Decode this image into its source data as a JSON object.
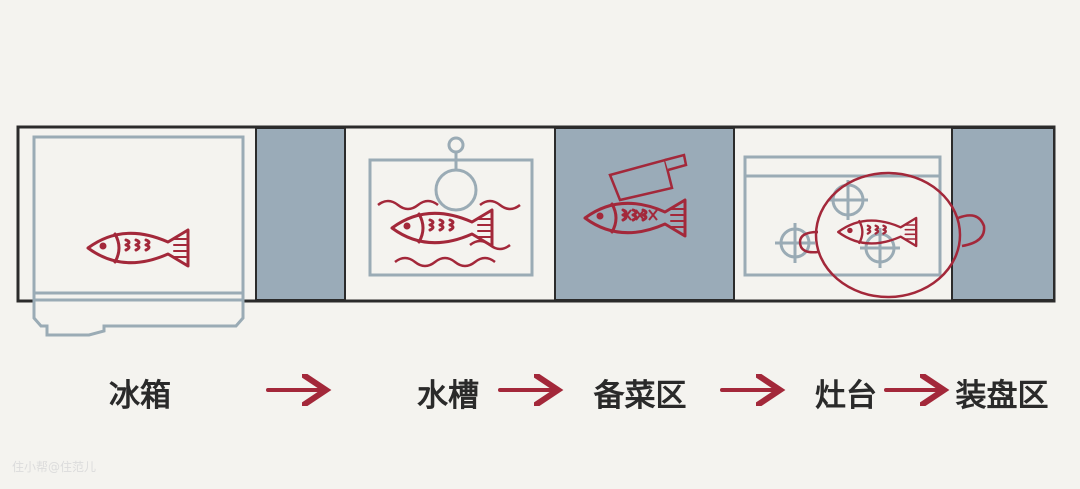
{
  "stations": [
    {
      "label": "冰箱"
    },
    {
      "label": "水槽"
    },
    {
      "label": "备菜区"
    },
    {
      "label": "灶台"
    },
    {
      "label": "装盘区"
    }
  ],
  "watermark": "住小帮@住范儿",
  "colors": {
    "background": "#f4f3ef",
    "counter_gray": "#9aabb8",
    "fish_red": "#a3283a",
    "line_gray": "#9aabb5",
    "outline": "#2b2b2b"
  }
}
